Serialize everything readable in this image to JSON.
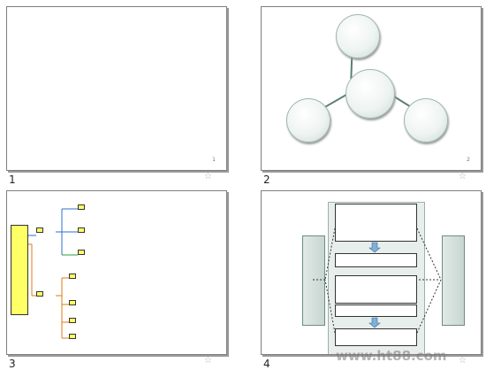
{
  "slides": [
    {
      "number": "1",
      "title_lines": [
        "",
        ""
      ],
      "author": "",
      "page_num": "1"
    },
    {
      "number": "2",
      "center": "",
      "nodes": [
        "",
        "",
        ""
      ],
      "page_num": "2"
    },
    {
      "number": "3",
      "left_label": "",
      "branch_a": "",
      "branch_b": "",
      "items_a": [
        "",
        "",
        ""
      ],
      "items_b": [
        "",
        "",
        "",
        ""
      ],
      "right_label": "",
      "page_num": ""
    },
    {
      "number": "4",
      "title": "",
      "left_column": "",
      "right_column": "",
      "boxes": [
        "",
        "",
        "",
        "",
        ""
      ],
      "page_num": ""
    }
  ],
  "star_icon": "☆",
  "watermark": {
    "line1": "",
    "line2": "www.ht88.com"
  },
  "colors": {
    "title_fill": "#d8b0ff",
    "author": "#1f3fd6",
    "accent_pink": "#e01b6b",
    "box_yellow": "#ffff66"
  }
}
